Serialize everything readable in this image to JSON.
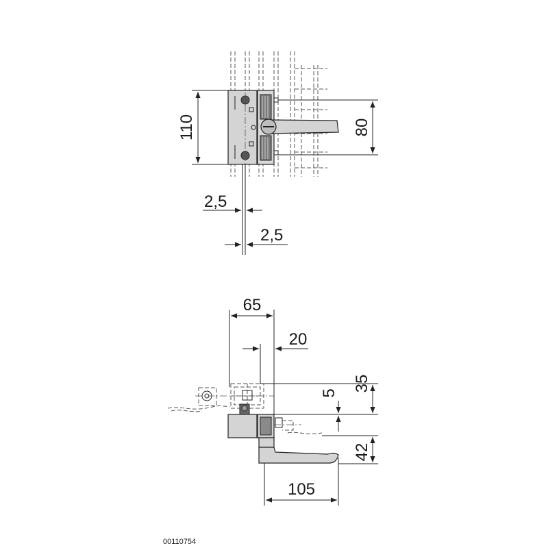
{
  "top_view": {
    "dim_height_total": "110",
    "dim_handle_span": "80",
    "dim_offset_a": "2,5",
    "dim_offset_b": "2,5"
  },
  "side_view": {
    "dim_width_65": "65",
    "dim_width_20": "20",
    "dim_height_5": "5",
    "dim_height_35": "35",
    "dim_height_42": "42",
    "dim_handle_105": "105"
  },
  "drawing_number": "00110754",
  "colors": {
    "line": "#222222",
    "part_fill": "#d4d4d4",
    "part_dark": "#9a9a9a",
    "text": "#1a1a1a"
  }
}
